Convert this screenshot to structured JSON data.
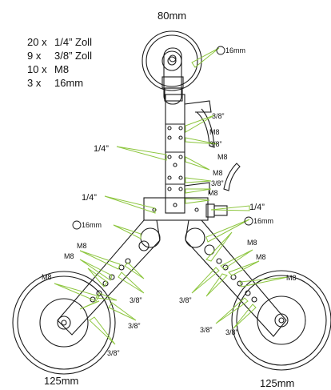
{
  "wheels": {
    "top_label": "80mm",
    "bottom_left_label": "125mm",
    "bottom_right_label": "125mm"
  },
  "spec_list": [
    {
      "count": "20 x",
      "size": "1/4” Zoll"
    },
    {
      "count": "9 x",
      "size": "3/8” Zoll"
    },
    {
      "count": "10 x",
      "size": "M8"
    },
    {
      "count": "3 x",
      "size": "16mm"
    }
  ],
  "callouts": {
    "quarter_inch": "1/4”",
    "three_eighths": "3/8”",
    "m8": "M8",
    "sixteen_mm": "16mm"
  },
  "colors": {
    "line": "#1a1a1a",
    "callout": "#8dc63f"
  }
}
